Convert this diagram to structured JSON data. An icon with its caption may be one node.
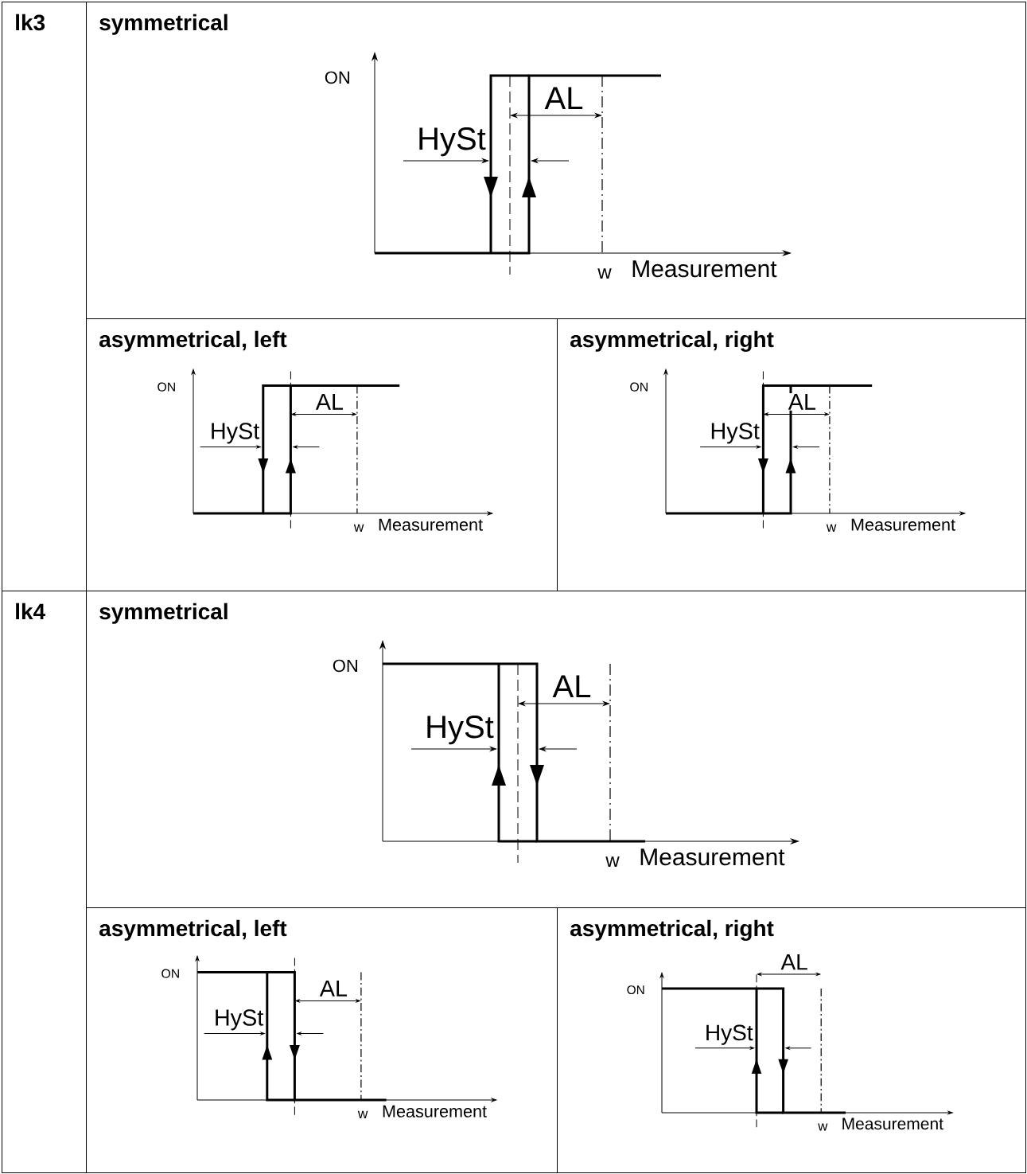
{
  "diagram": {
    "nodes": [
      {
        "text": [
          "lk3"
        ]
      },
      {
        "text": [
          "symmetrical",
          "ON",
          "AL",
          "HySt",
          "w",
          "Measurement"
        ]
      },
      {
        "text": [
          "asymmetrical, left",
          "ON",
          "AL",
          "HySt",
          "w",
          "Measurement"
        ]
      },
      {
        "text": [
          "asymmetrical, right",
          "ON",
          "AL",
          "HySt",
          "w",
          "Measurement"
        ]
      },
      {
        "text": [
          "lk4"
        ]
      },
      {
        "text": [
          "symmetrical",
          "ON",
          "AL",
          "HySt",
          "w",
          "Measurement"
        ]
      },
      {
        "text": [
          "asymmetrical, left",
          "ON",
          "AL",
          "HySt",
          "w",
          "Measurement"
        ]
      },
      {
        "text": [
          "asymmetrical, right",
          "ON",
          "AL",
          "HySt",
          "w",
          "Measurement"
        ]
      }
    ]
  }
}
